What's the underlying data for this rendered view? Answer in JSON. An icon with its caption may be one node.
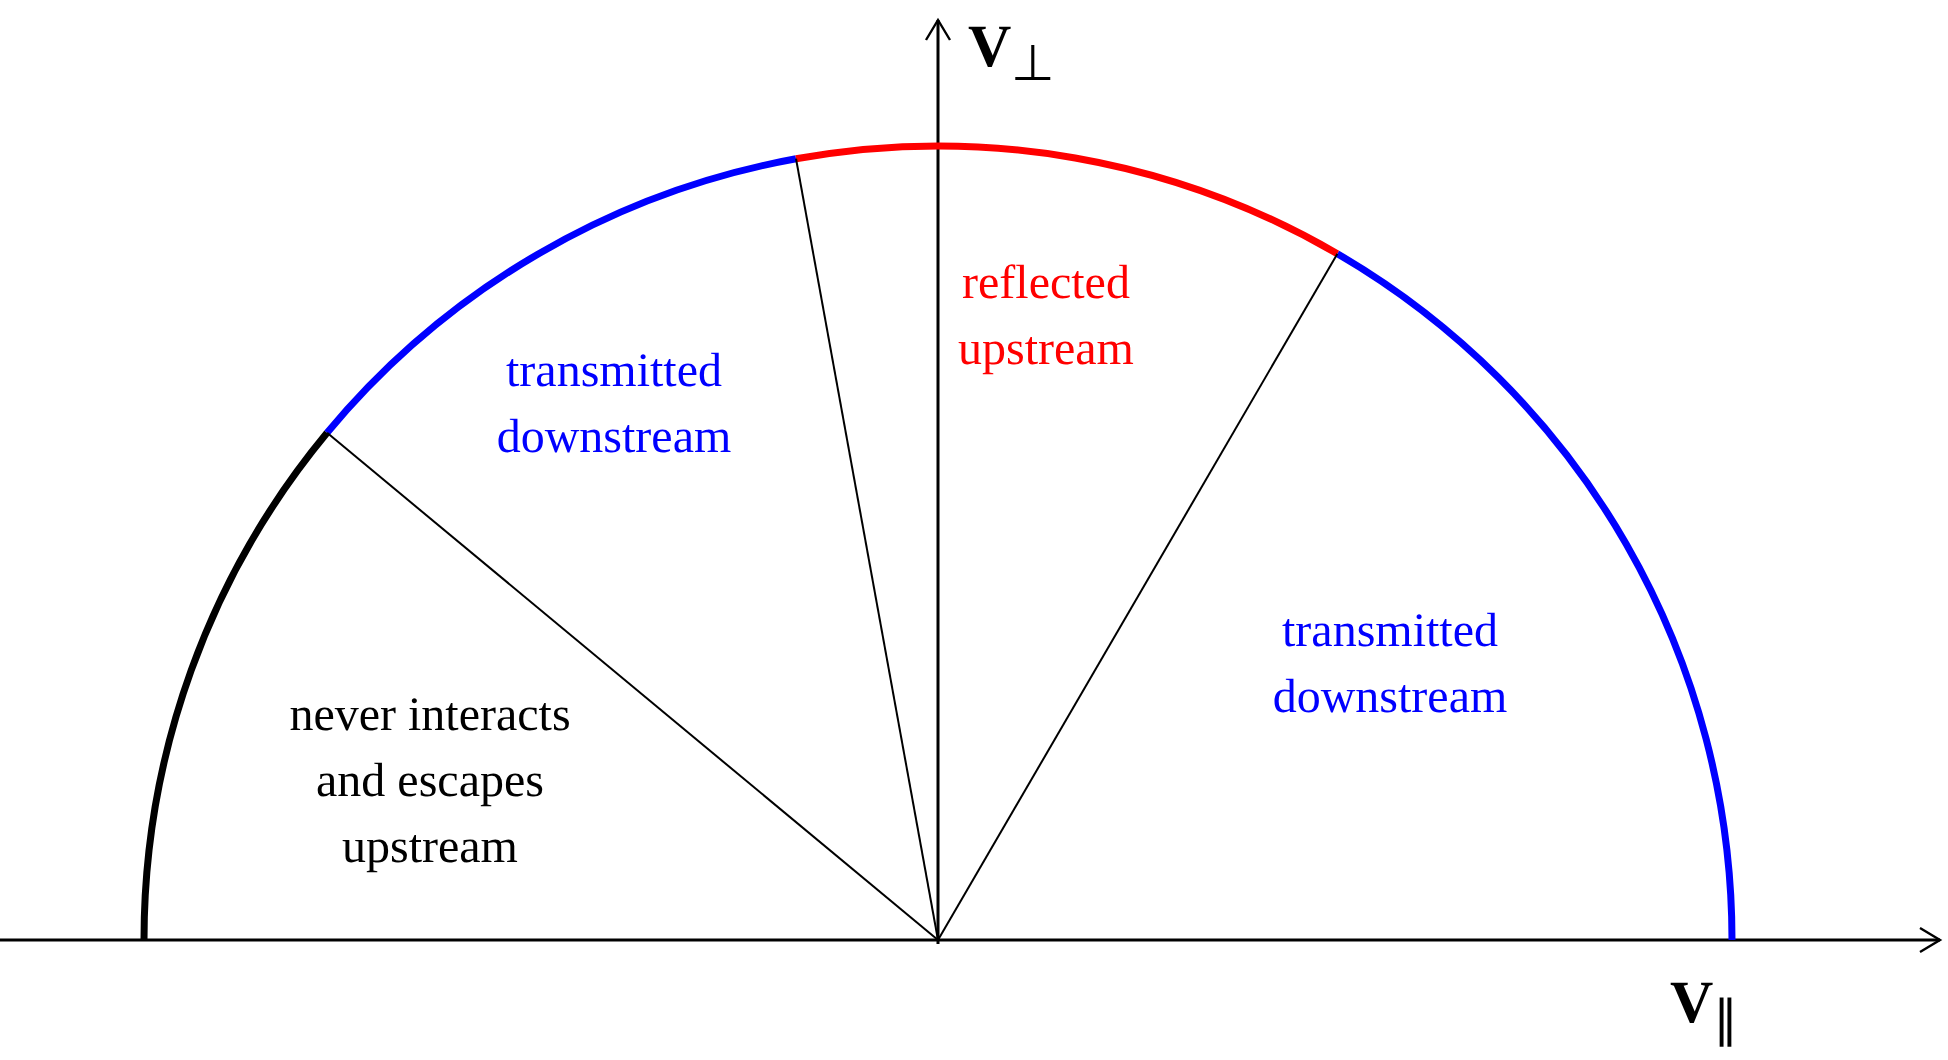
{
  "diagram": {
    "labels": [
      "**V**$_{⊥}$",
      "reflected upstream",
      "transmitted downstream",
      "transmitted downstream",
      "never interacts and escapes upstream",
      "**V**$_{∥}$"
    ]
  }
}
